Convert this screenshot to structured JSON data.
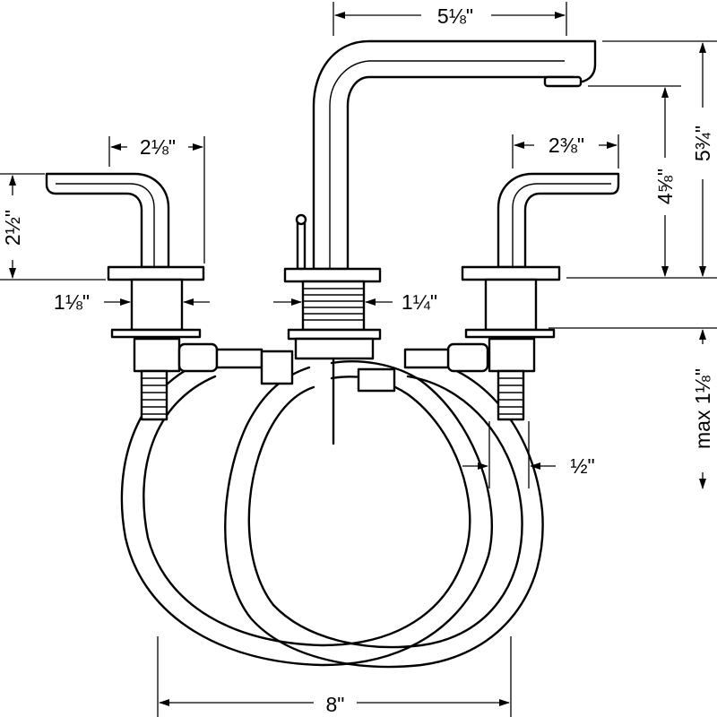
{
  "dimensions": {
    "spout_reach": "5⅛\"",
    "spout_height_total": "5¾\"",
    "spout_height_outlet": "4⅝\"",
    "left_handle_width": "2⅛\"",
    "left_handle_height": "2½\"",
    "right_handle_width": "2⅜\"",
    "handle_shank_diameter": "1⅛\"",
    "spout_shank_diameter": "1¼\"",
    "deck_thickness": "max 1⅛\"",
    "hose_offset": "½\"",
    "center_spread": "8\""
  }
}
